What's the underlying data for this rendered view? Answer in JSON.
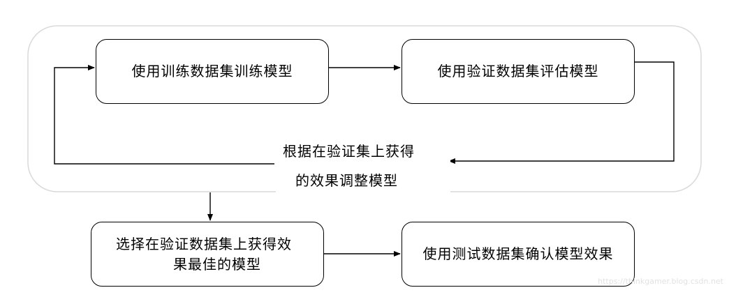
{
  "boxes": {
    "train": "使用训练数据集训练模型",
    "eval": "使用验证数据集评估模型",
    "select_line1": "选择在验证数据集上获得效",
    "select_line2": "果最佳的模型",
    "test": "使用测试数据集确认模型效果"
  },
  "feedback": {
    "line1": "根据在验证集上获得",
    "line2": "的效果调整模型"
  },
  "watermark": "https://thinkgamer.blog.csdn.net",
  "colors": {
    "stroke": "#000000",
    "container_border": "#d9d9d9",
    "watermark": "#e2e2e2"
  }
}
